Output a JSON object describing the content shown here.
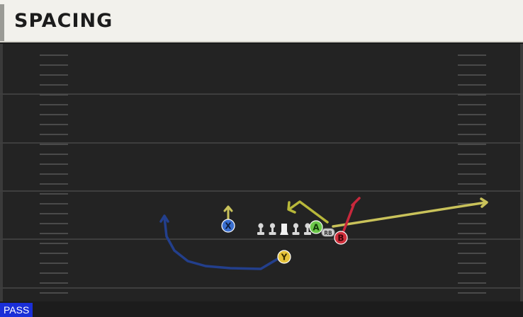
{
  "play": {
    "title": "SPACING",
    "type_badge": "PASS"
  },
  "colors": {
    "field_bg": "#232323",
    "yard_line": "#3e3e3e",
    "hash_mark": "#4a4a4a",
    "route_yellow": "#c9c25a",
    "route_red": "#c8283c",
    "route_blue": "#233f8c",
    "route_olive": "#b8b83a",
    "button_x": "#3a6fd0",
    "button_y": "#e6c33a",
    "button_a": "#6cc84a",
    "button_b": "#d0303c",
    "rb_tag": "#cfcfcf",
    "badge": "#1a2fd8"
  },
  "players": {
    "x": {
      "label": "X",
      "icon": "x-button-icon"
    },
    "y": {
      "label": "Y",
      "icon": "y-button-icon"
    },
    "a": {
      "label": "A",
      "icon": "a-button-icon"
    },
    "b": {
      "label": "B",
      "icon": "b-button-icon"
    },
    "rb": {
      "label": "RB"
    }
  },
  "formation": {
    "linemen_count": 5,
    "center_icon": "center-marker-icon",
    "lineman_icon": "lineman-pin-icon"
  }
}
